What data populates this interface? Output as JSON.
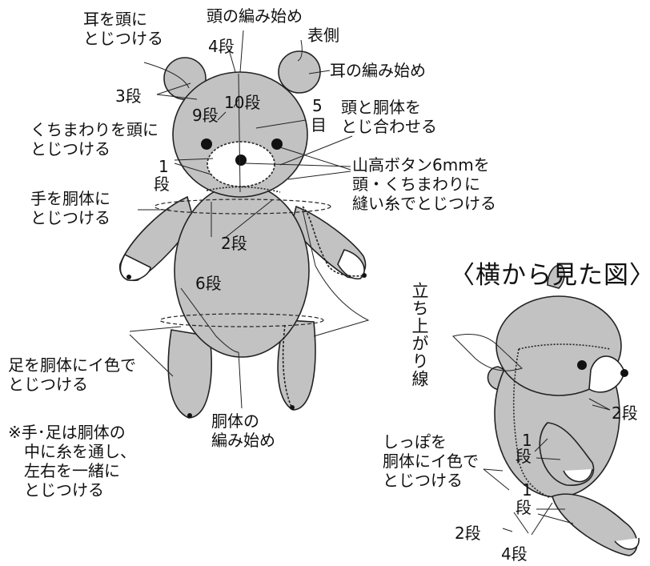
{
  "colors": {
    "body": "#c2c2c2",
    "outline": "#222222",
    "muzzle": "#ffffff",
    "paw": "#ffffff",
    "eye": "#111111"
  },
  "front": {
    "ear_attach": "耳を頭に\nとじつける",
    "head_start": "頭の編み始め",
    "row4": "4段",
    "outer_side": "表側",
    "ear_start": "耳の編み始め",
    "row3": "3段",
    "row10": "10段",
    "row9": "9段",
    "stitch5_a": "5",
    "stitch5_b": "目",
    "head_body_join": "頭と胴体を\nとじ合わせる",
    "muzzle_attach": "くちまわりを頭に\nとじつける",
    "row1_a": "1",
    "row1_b": "段",
    "button": "山高ボタン6mmを\n頭・くちまわりに\n縫い糸でとじつける",
    "arm_attach": "手を胴体に\nとじつける",
    "row2": "2段",
    "row6": "6段",
    "leg_attach": "足を胴体にイ色で\nとじつける",
    "body_start": "胴体の\n編み始め",
    "note": "※手･足は胴体の\n　中に糸を通し、\n　左右を一緒に\n　とじつける"
  },
  "side": {
    "title": "〈横から見た図〉",
    "rise_line": "立ち上がり線",
    "row2_neck": "2段",
    "tail_attach": "しっぽを\n胴体にイ色で\nとじつける",
    "row1_arm_a": "1",
    "row1_arm_b": "段",
    "row1_leg_a": "1",
    "row1_leg_b": "段",
    "row2_tail": "2段",
    "row4_tail": "4段"
  }
}
